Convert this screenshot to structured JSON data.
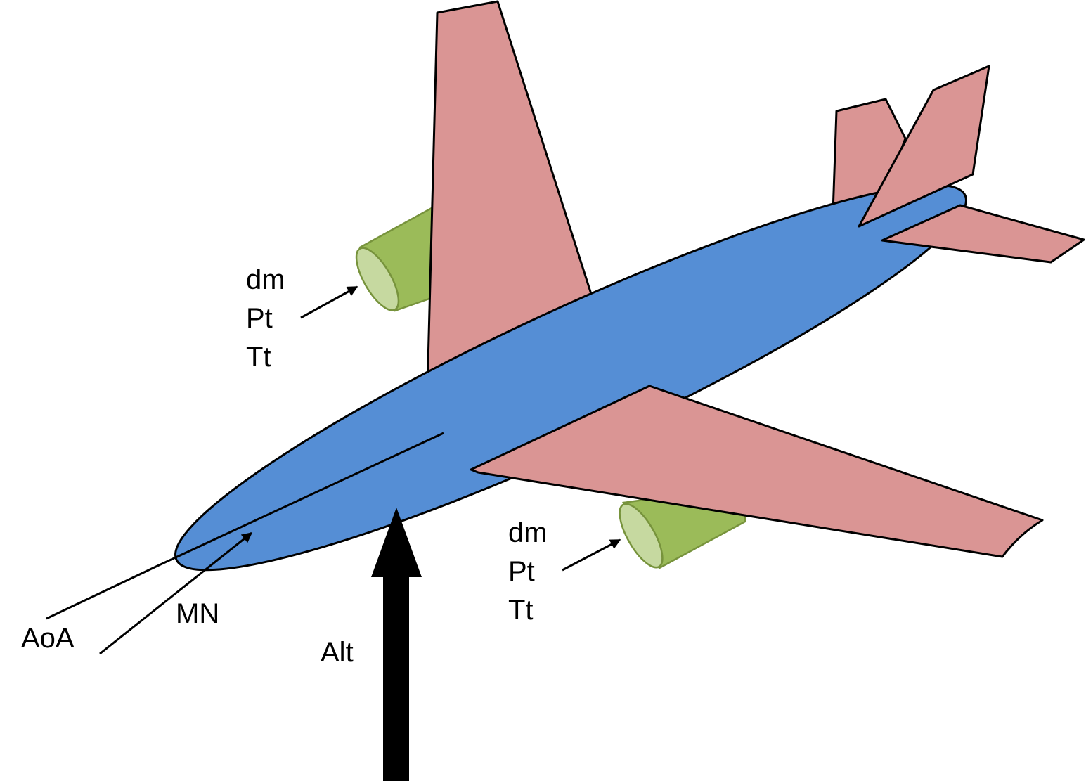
{
  "colors": {
    "wing": "#DA9594",
    "fuselage": "#558ED5",
    "engine_body": "#9BBB59",
    "engine_intake": "#C6D9A0",
    "engine_edge": "#77933C",
    "outline": "#000000",
    "background": "#FFFFFF"
  },
  "labels": {
    "aoa": "AoA",
    "mn": "MN",
    "alt": "Alt",
    "engine_left": {
      "line1": "dm",
      "line2": "Pt",
      "line3": "Tt"
    },
    "engine_right": {
      "line1": "dm",
      "line2": "Pt",
      "line3": "Tt"
    }
  }
}
